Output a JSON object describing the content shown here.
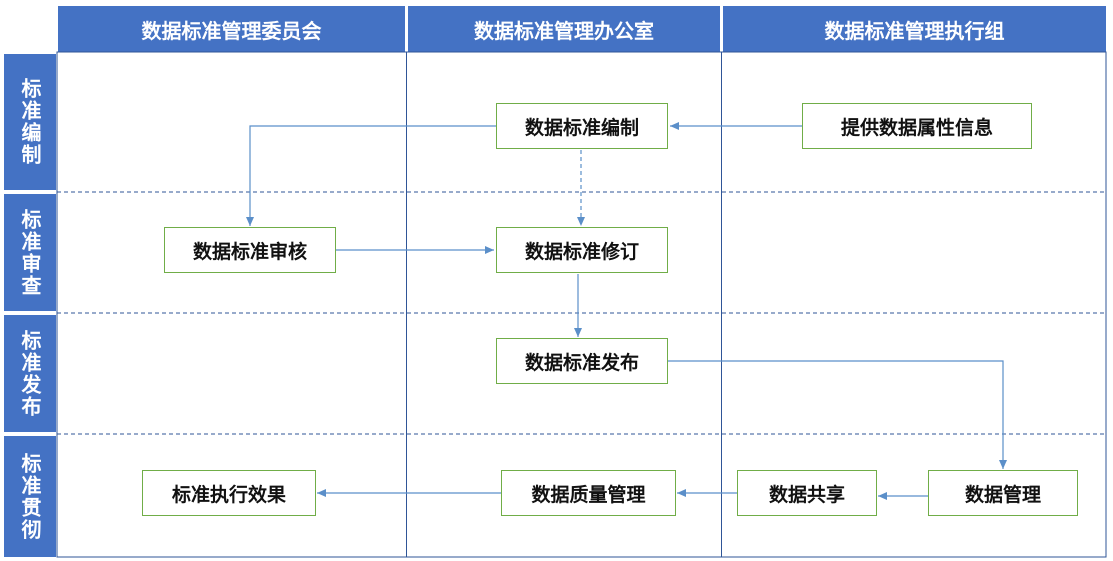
{
  "columns": [
    "数据标准管理委员会",
    "数据标准管理办公室",
    "数据标准管理执行组"
  ],
  "rows": [
    "标准编制",
    "标准审查",
    "标准发布",
    "标准贯彻"
  ],
  "nodes": {
    "provide_attr": "提供数据属性信息",
    "compile": "数据标准编制",
    "review": "数据标准审核",
    "revise": "数据标准修订",
    "publish": "数据标准发布",
    "manage": "数据管理",
    "share": "数据共享",
    "quality": "数据质量管理",
    "effect": "标准执行效果"
  },
  "colors": {
    "header": "#4472c4",
    "box_border": "#70ad47",
    "connector": "#5b8fc9",
    "lane_line": "#2f5597"
  }
}
